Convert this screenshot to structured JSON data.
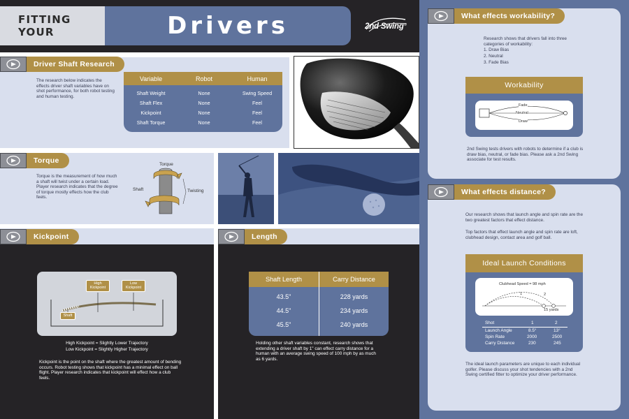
{
  "header": {
    "fitting": "FITTING YOUR",
    "title": "Drivers",
    "logo": "2nd Swing",
    "logo_mark": "®"
  },
  "shaft_research": {
    "label": "Driver Shaft Research",
    "text": "The research below indicates the effects driver shaft variables have on shot performance, for both robot testing and human testing.",
    "table": {
      "headers": [
        "Variable",
        "Robot",
        "Human"
      ],
      "rows": [
        [
          "Shaft Weight",
          "None",
          "Swing Speed"
        ],
        [
          "Shaft Flex",
          "None",
          "Feel"
        ],
        [
          "Kickpoint",
          "None",
          "Feel"
        ],
        [
          "Shaft Torque",
          "None",
          "Feel"
        ]
      ]
    }
  },
  "torque": {
    "label": "Torque",
    "text": "Torque is the measurement of how much a shaft will twist under a certain load. Player research indicates that the degree of torque mostly effects how the club feels.",
    "diagram": {
      "top": "Torque",
      "left": "Shaft",
      "right": "Twisting"
    }
  },
  "kickpoint": {
    "label": "Kickpoint",
    "diagram": {
      "high": [
        "High",
        "Kickpoint"
      ],
      "low": [
        "Low",
        "Kickpoint"
      ],
      "shaft": "Shaft"
    },
    "caption1": "High Kickpoint = Slightly Lower Trajectory",
    "caption2": "Low Kickpoint = Slightly Higher Trajectory",
    "text": "Kickpoint is the point on the shaft where the greatest amount of bending occurs. Robot testing shows that kickpoint has a minimal effect on ball flight. Player research indicates that kickpoint will effect how a club feels."
  },
  "length": {
    "label": "Length",
    "table": {
      "headers": [
        "Shaft Length",
        "Carry Distance"
      ],
      "rows": [
        [
          "43.5\"",
          "228 yards"
        ],
        [
          "44.5\"",
          "234 yards"
        ],
        [
          "45.5\"",
          "240 yards"
        ]
      ]
    },
    "text": "Holding other shaft variables constant, research shows that extending a driver shaft by 1\" can effect carry distance for a human with an average swing speed of 100 mph by as much as 6 yards."
  },
  "workability": {
    "label": "What effects workability?",
    "intro": "Research shows that drivers fall into three categories of workability:",
    "list": [
      "1. Draw Bias",
      "2. Neutral",
      "3. Fade Bias"
    ],
    "box_title": "Workability",
    "diagram": {
      "fade": "Fade",
      "neutral": "Neutral",
      "draw": "Draw"
    },
    "text": "2nd Swing tests drivers with robots to determine if a club is draw bias, neutral, or fade bias. Please ask a 2nd Swing associate for test results."
  },
  "distance": {
    "label": "What effects distance?",
    "text1": "Our research shows that launch angle and spin rate are the two greatest factors that effect distance.",
    "text2": "Top factors that effect launch angle and spin rate are loft, clubhead design, contact area and golf ball.",
    "box_title": "Ideal Launch Conditions",
    "diagram": {
      "speed": "Clubhead Speed = 98 mph",
      "m1": "1",
      "m2": "2",
      "yards": "15 yards"
    },
    "table": {
      "headers": [
        "Shot",
        "1",
        "2"
      ],
      "rows": [
        [
          "Launch Angle",
          "8.5°",
          "13°"
        ],
        [
          "Spin Rate",
          "2000",
          "2500"
        ],
        [
          "Carry Distance",
          "230",
          "245"
        ]
      ]
    },
    "text3": "The ideal launch parameters are unique to each individual golfer. Please discuss your shot tendencies with a 2nd Swing certified fitter to optimize your driver performance."
  }
}
